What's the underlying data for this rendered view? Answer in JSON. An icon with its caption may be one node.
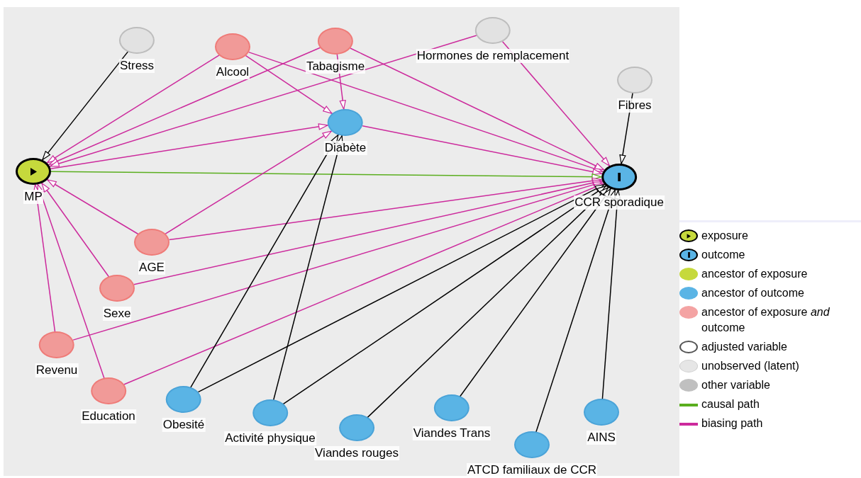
{
  "diagram": {
    "nodes": [
      {
        "text": [
          "Stress"
        ]
      },
      {
        "text": [
          "Alcool"
        ]
      },
      {
        "text": [
          "Tabagisme"
        ]
      },
      {
        "text": [
          "Hormones de remplacement"
        ]
      },
      {
        "text": [
          "Diabète"
        ]
      },
      {
        "text": [
          "Fibres"
        ]
      },
      {
        "text": [
          "MP"
        ]
      },
      {
        "text": [
          "CCR sporadique"
        ]
      },
      {
        "text": [
          "AGE"
        ]
      },
      {
        "text": [
          "Sexe"
        ]
      },
      {
        "text": [
          "Revenu"
        ]
      },
      {
        "text": [
          "Education"
        ]
      },
      {
        "text": [
          "Obesité"
        ]
      },
      {
        "text": [
          "Activité physique"
        ]
      },
      {
        "text": [
          "Viandes rouges"
        ]
      },
      {
        "text": [
          "Viandes Trans"
        ]
      },
      {
        "text": [
          "ATCD familiaux de CCR"
        ]
      },
      {
        "text": [
          "AINS"
        ]
      }
    ],
    "edges": [
      {
        "from": 0,
        "to": 6,
        "arrow": "to",
        "color": "#000000"
      },
      {
        "from": 1,
        "to": 6,
        "arrow": "to"
      },
      {
        "from": 1,
        "to": 4,
        "arrow": "to"
      },
      {
        "from": 1,
        "to": 7,
        "arrow": "to"
      },
      {
        "from": 2,
        "to": 6,
        "arrow": "to"
      },
      {
        "from": 2,
        "to": 4,
        "arrow": "to"
      },
      {
        "from": 2,
        "to": 7,
        "arrow": "to"
      },
      {
        "from": 3,
        "to": 6,
        "arrow": "to"
      },
      {
        "from": 3,
        "to": 7,
        "arrow": "to"
      },
      {
        "from": 6,
        "to": 4,
        "arrow": "to"
      },
      {
        "from": 4,
        "to": 7,
        "arrow": "to"
      },
      {
        "from": 5,
        "to": 7,
        "arrow": "to",
        "color": "#000000"
      },
      {
        "from": 6,
        "to": 7,
        "arrow": "to",
        "color": "#5aae1e"
      },
      {
        "from": 8,
        "to": 6,
        "arrow": "to"
      },
      {
        "from": 8,
        "to": 4,
        "arrow": "to"
      },
      {
        "from": 8,
        "to": 7,
        "arrow": "to"
      },
      {
        "from": 9,
        "to": 6,
        "arrow": "to"
      },
      {
        "from": 9,
        "to": 7,
        "arrow": "to"
      },
      {
        "from": 10,
        "to": 6,
        "arrow": "to"
      },
      {
        "from": 10,
        "to": 7,
        "arrow": "to"
      },
      {
        "from": 11,
        "to": 6,
        "arrow": "to"
      },
      {
        "from": 11,
        "to": 7,
        "arrow": "to"
      },
      {
        "from": 12,
        "to": 4,
        "arrow": "to",
        "color": "#000000"
      },
      {
        "from": 12,
        "to": 7,
        "arrow": "to",
        "color": "#000000"
      },
      {
        "from": 13,
        "to": 4,
        "arrow": "to",
        "color": "#000000"
      },
      {
        "from": 13,
        "to": 7,
        "arrow": "to",
        "color": "#000000"
      },
      {
        "from": 14,
        "to": 7,
        "arrow": "to",
        "color": "#000000"
      },
      {
        "from": 15,
        "to": 7,
        "arrow": "to",
        "color": "#000000"
      },
      {
        "from": 16,
        "to": 7,
        "arrow": "to",
        "color": "#000000"
      },
      {
        "from": 17,
        "to": 7,
        "arrow": "to",
        "color": "#000000"
      }
    ],
    "legend": [
      {
        "text": "exposure"
      },
      {
        "text": "outcome"
      },
      {
        "text": "ancestor of exposure",
        "color": "#c6d93c"
      },
      {
        "text": "ancestor of outcome",
        "color": "#5ab4e5"
      },
      {
        "text": "ancestor of exposure *and* outcome",
        "color": "#f4a3a3"
      },
      {
        "text": "adjusted variable"
      },
      {
        "text": "unobserved (latent)",
        "color": "#e6e6e6"
      },
      {
        "text": "other variable",
        "color": "#c0c0c0"
      },
      {
        "text": "causal path",
        "color": "#5aae1e"
      },
      {
        "text": "biasing path",
        "color": "#cc2a9c"
      }
    ]
  }
}
